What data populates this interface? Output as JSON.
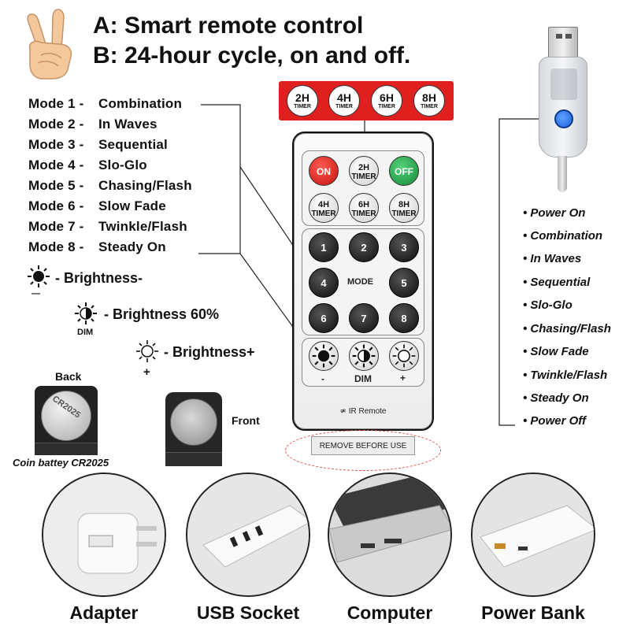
{
  "headline": {
    "line_a": "A: Smart remote control",
    "line_b": "B: 24-hour cycle, on and off."
  },
  "modes": [
    {
      "num": "Mode 1 -",
      "name": "Combination"
    },
    {
      "num": "Mode 2 -",
      "name": "In Waves"
    },
    {
      "num": "Mode 3 -",
      "name": "Sequential"
    },
    {
      "num": "Mode 4 -",
      "name": "Slo-Glo"
    },
    {
      "num": "Mode 5 -",
      "name": "Chasing/Flash"
    },
    {
      "num": "Mode 6 -",
      "name": "Slow Fade"
    },
    {
      "num": "Mode 7 -",
      "name": "Twinkle/Flash"
    },
    {
      "num": "Mode 8 -",
      "name": "Steady On"
    }
  ],
  "brightness": {
    "minus_label": "- Brightness-",
    "minus_sign": "—",
    "dim_label": "- Brightness 60%",
    "dim_text": "DIM",
    "plus_label": "- Brightness+",
    "plus_sign": "+"
  },
  "battery": {
    "back": "Back",
    "front": "Front",
    "coin": "Coin battey CR2025",
    "coin_engraving": "CR2025"
  },
  "timer_strip": [
    {
      "big": "2H",
      "small": "TIMER"
    },
    {
      "big": "4H",
      "small": "TIMER"
    },
    {
      "big": "6H",
      "small": "TIMER"
    },
    {
      "big": "8H",
      "small": "TIMER"
    }
  ],
  "remote": {
    "on": "ON",
    "off": "OFF",
    "timer_2h": {
      "big": "2H",
      "small": "TIMER"
    },
    "timer_4h": {
      "big": "4H",
      "small": "TIMER"
    },
    "timer_6h": {
      "big": "6H",
      "small": "TIMER"
    },
    "timer_8h": {
      "big": "8H",
      "small": "TIMER"
    },
    "numbers": [
      "1",
      "2",
      "3",
      "4",
      "5",
      "6",
      "7",
      "8"
    ],
    "mode_word": "MODE",
    "minus": "-",
    "dim": "DIM",
    "plus": "+",
    "ir_label": "IR Remote"
  },
  "remove_tab": "REMOVE BEFORE USE",
  "usb_functions": [
    "Power On",
    "Combination",
    "In Waves",
    "Sequential",
    "Slo-Glo",
    "Chasing/Flash",
    "Slow Fade",
    "Twinkle/Flash",
    "Steady On",
    "Power Off"
  ],
  "power_sources": [
    {
      "label": "Adapter"
    },
    {
      "label": "USB Socket"
    },
    {
      "label": "Computer"
    },
    {
      "label": "Power Bank"
    }
  ],
  "colors": {
    "timer_red": "#e0201f",
    "on_red": "#d8231c",
    "off_green": "#1fa54a",
    "usb_blue": "#1b63e0"
  },
  "icons": [
    "peace-hand-icon",
    "sun-filled-icon",
    "sun-half-icon",
    "sun-outline-icon",
    "ir-signal-icon"
  ]
}
